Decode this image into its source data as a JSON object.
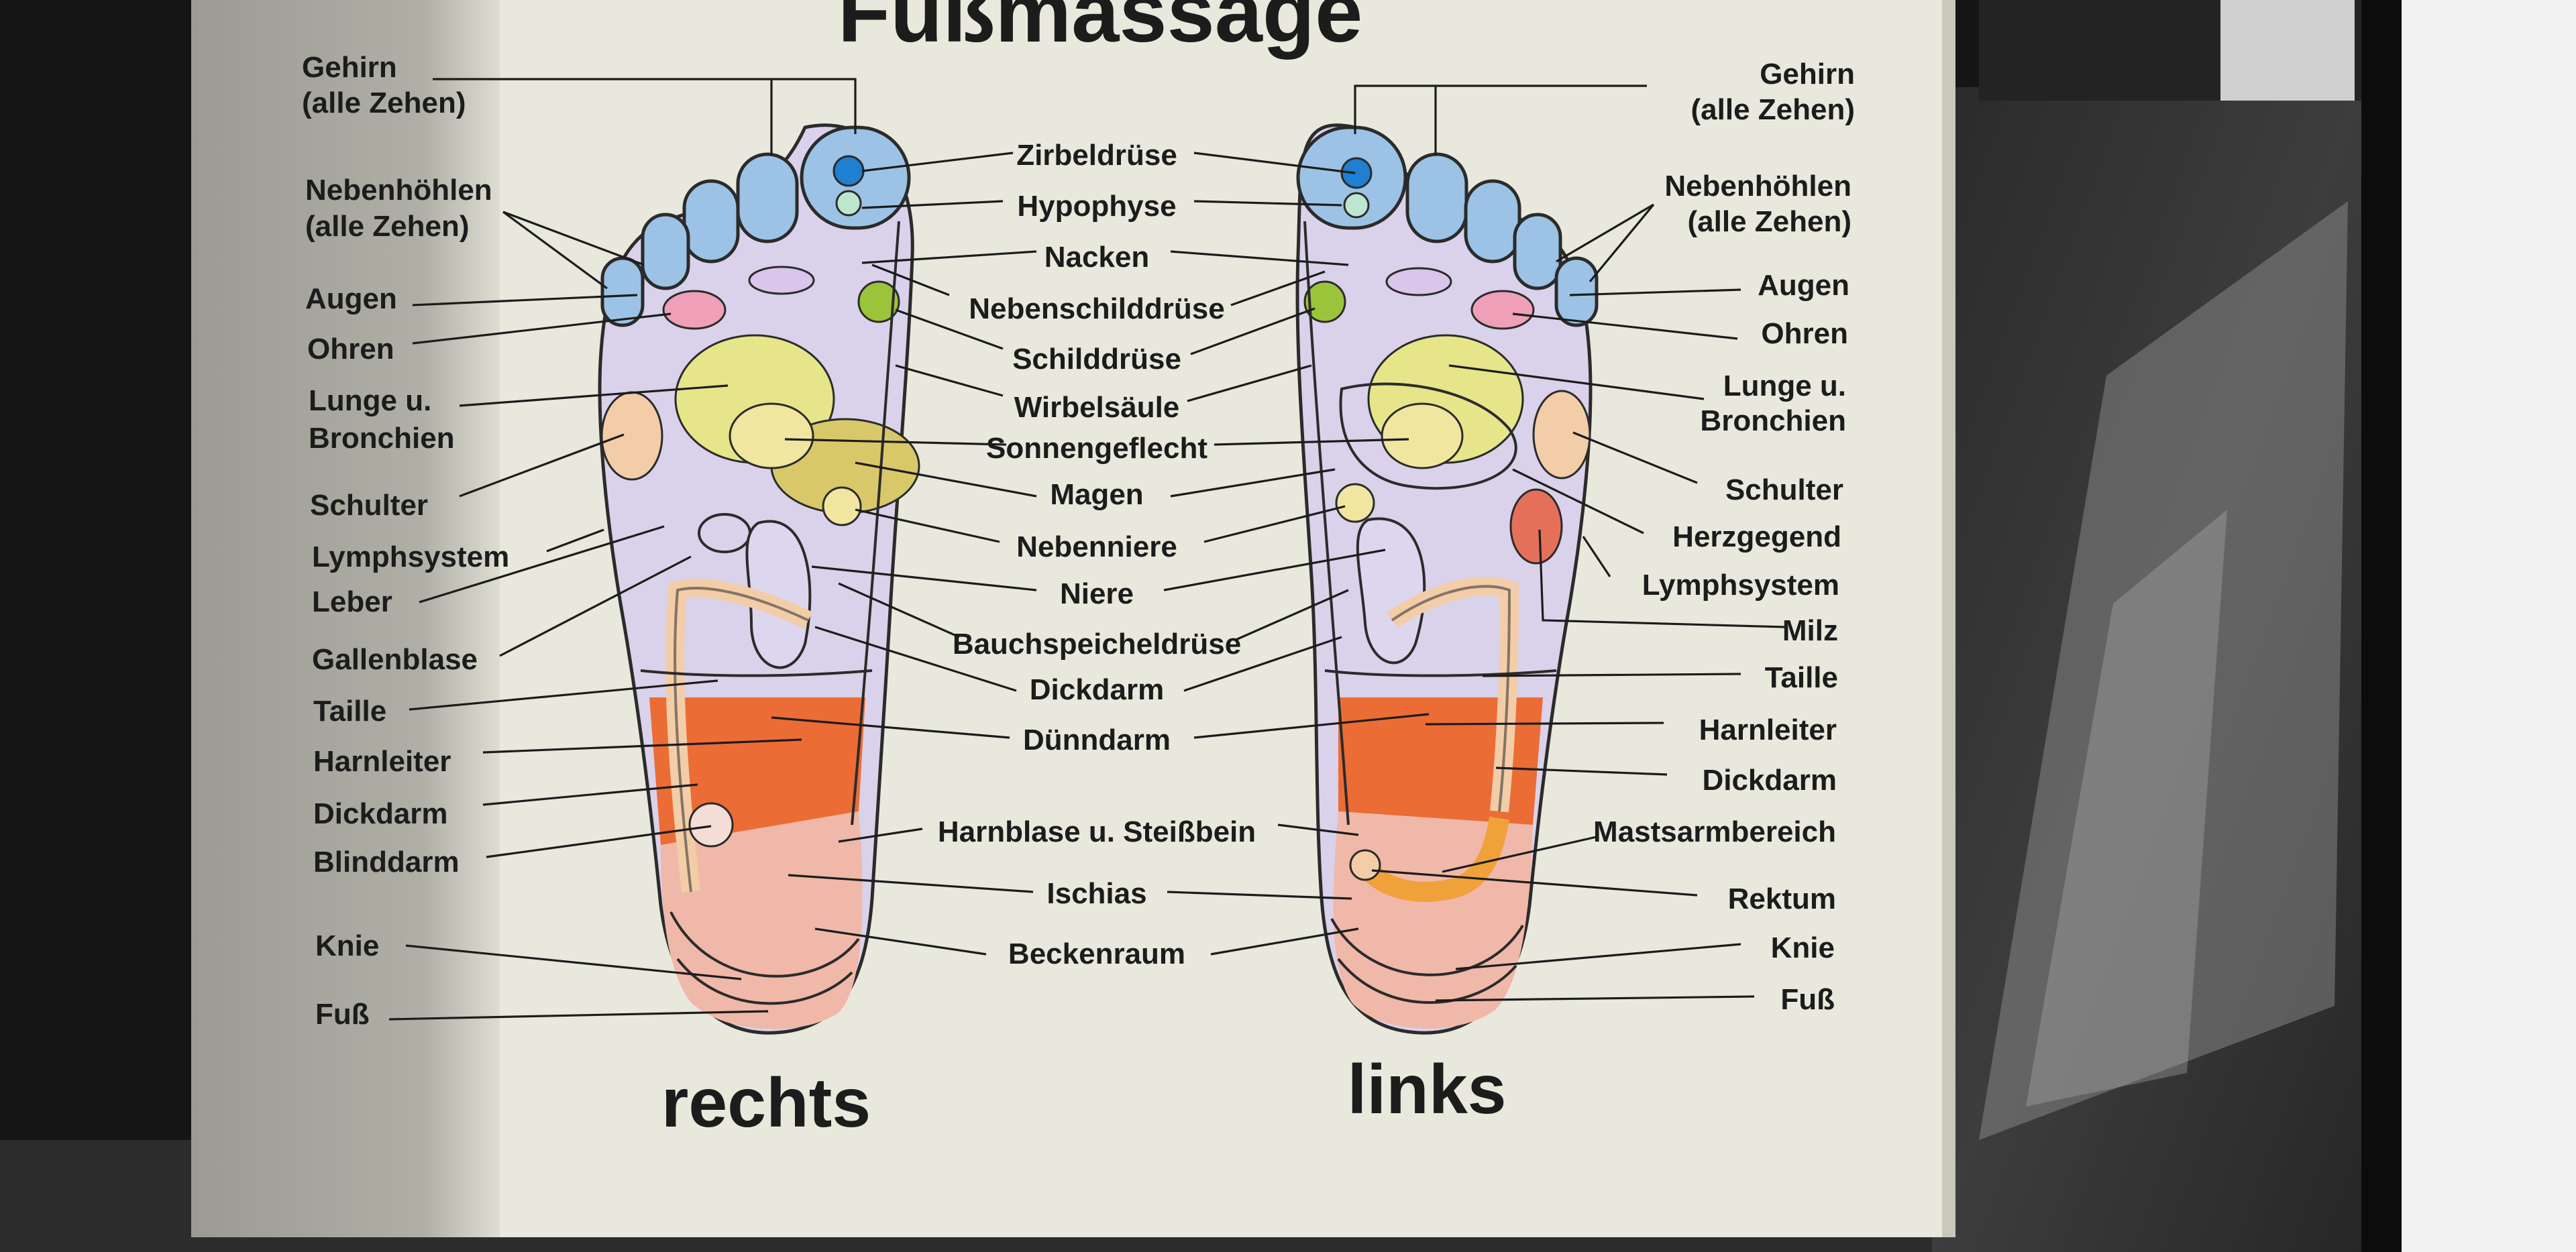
{
  "title": "Fußmassage",
  "captions": {
    "right_foot": "rechts",
    "left_foot": "links"
  },
  "colors": {
    "board": "#e9e8dc",
    "foot_outline": "#2b2b2b",
    "foot_base": "#d9d2ea",
    "toes": "#9cc3e5",
    "head_blue": "#1f7fd0",
    "mint": "#bde6cf",
    "pink": "#ef9fb7",
    "green": "#9cc43a",
    "pale_yellow": "#e6e58a",
    "yellow": "#f0e6a0",
    "stomach": "#d8c86a",
    "peach": "#f2cda8",
    "orange": "#ec6c35",
    "salmon": "#f0b8a8",
    "spleen": "#e5705a",
    "rectum": "#f0a13a"
  },
  "right_labels": [
    "Gehirn",
    "(alle Zehen)",
    "Nebenhöhlen",
    "(alle Zehen)",
    "Augen",
    "Ohren",
    "Lunge u.",
    "Bronchien",
    "Schulter",
    "Lymphsystem",
    "Leber",
    "Gallenblase",
    "Taille",
    "Harnleiter",
    "Dickdarm",
    "Blinddarm",
    "Knie",
    "Fuß"
  ],
  "center_labels": [
    "Zirbeldrüse",
    "Hypophyse",
    "Nacken",
    "Nebenschilddrüse",
    "Schilddrüse",
    "Wirbelsäule",
    "Sonnengeflecht",
    "Magen",
    "Nebenniere",
    "Niere",
    "Bauchspeicheldrüse",
    "Dickdarm",
    "Dünndarm",
    "Harnblase u. Steißbein",
    "Ischias",
    "Beckenraum"
  ],
  "left_labels": [
    "Gehirn",
    "(alle Zehen)",
    "Nebenhöhlen",
    "(alle Zehen)",
    "Augen",
    "Ohren",
    "Lunge u.",
    "Bronchien",
    "Schulter",
    "Herzgegend",
    "Lymphsystem",
    "Milz",
    "Taille",
    "Harnleiter",
    "Dickdarm",
    "Mastsarmbereich",
    "Rektum",
    "Knie",
    "Fuß"
  ]
}
